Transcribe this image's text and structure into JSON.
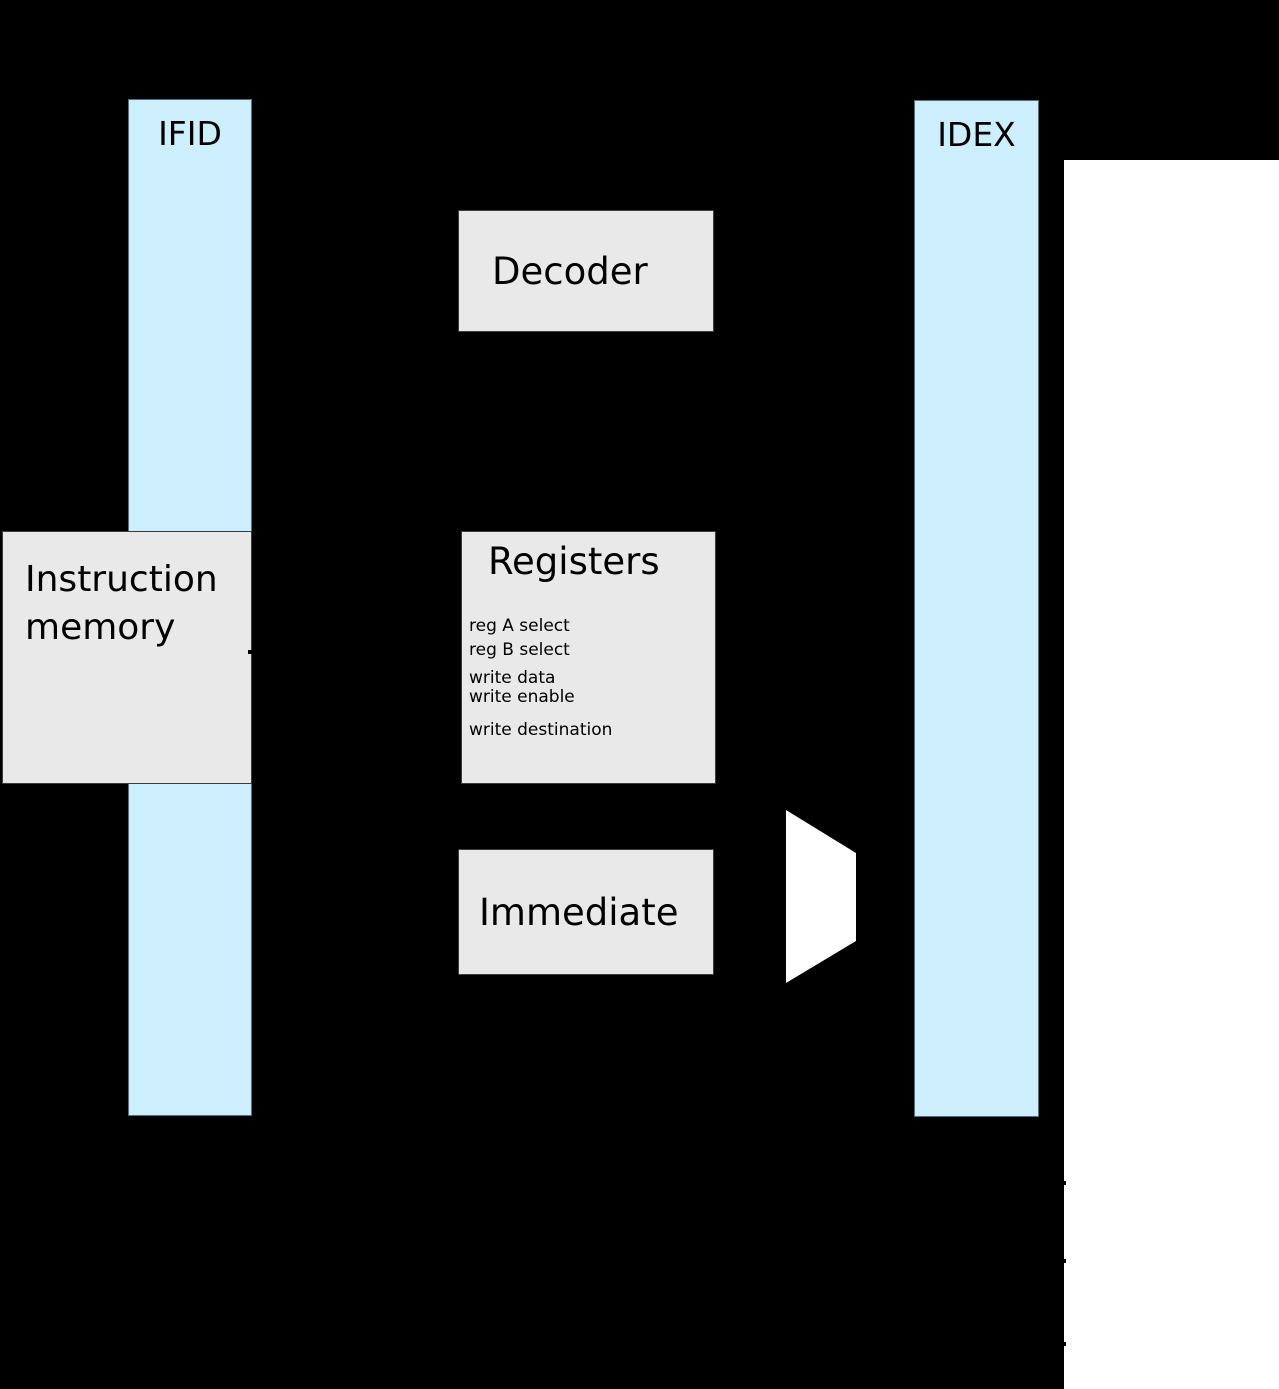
{
  "diagram": {
    "pipeline_registers": [
      {
        "label": "IFID"
      },
      {
        "label": "IDEX"
      }
    ],
    "blocks": {
      "decoder": {
        "label": "Decoder"
      },
      "instruction_memory": {
        "label": "Instruction memory"
      },
      "registers": {
        "title": "Registers",
        "ports": [
          "reg A select",
          "reg B select",
          "write data",
          "write enable",
          "write destination"
        ]
      },
      "immediate": {
        "label": "Immediate"
      }
    },
    "colors": {
      "background": "#000000",
      "pipeline_register_fill": "#cdeefc",
      "pipeline_register_border": "#546e7a",
      "block_fill": "#e9e9e9",
      "block_border": "#3d3d3d",
      "mux_fill": "#ffffff",
      "panel_fill": "#ffffff",
      "text": "#000000"
    }
  }
}
